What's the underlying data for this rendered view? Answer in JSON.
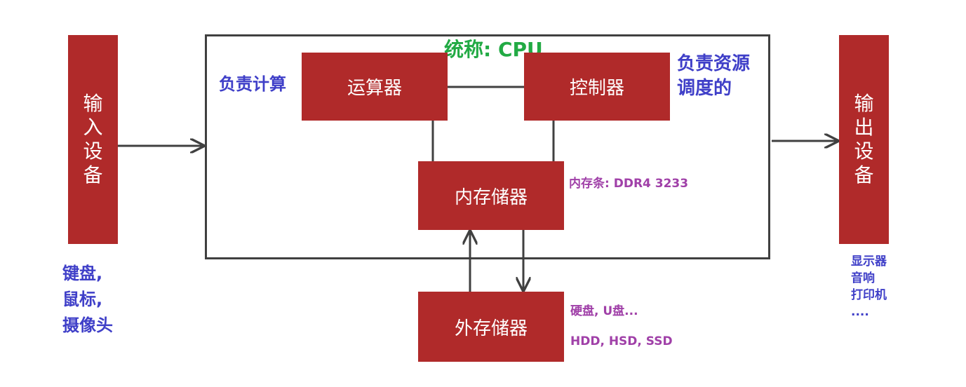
{
  "input_device": {
    "chars": [
      "输",
      "入",
      "设",
      "备"
    ]
  },
  "output_device": {
    "chars": [
      "输",
      "出",
      "设",
      "备"
    ]
  },
  "cpu": {
    "title": "统称: CPU",
    "alu_label": "运算器",
    "alu_note": "负责计算",
    "control_label": "控制器",
    "control_note_lines": [
      "负责资源",
      "调度的"
    ]
  },
  "memory": {
    "label": "内存储器",
    "note": "内存条: DDR4 3233"
  },
  "storage": {
    "label": "外存储器",
    "note1": "硬盘, U盘...",
    "note2": "HDD, HSD, SSD"
  },
  "input_examples": [
    "键盘,",
    "鼠标,",
    "摄像头"
  ],
  "output_examples": [
    "显示器",
    "音响",
    "打印机",
    "...."
  ],
  "colors": {
    "box_fill": "#b02a2a",
    "line": "#404040",
    "note_blue": "#3f3fc8",
    "note_purple": "#a040a8",
    "title_green": "#22aa44"
  }
}
